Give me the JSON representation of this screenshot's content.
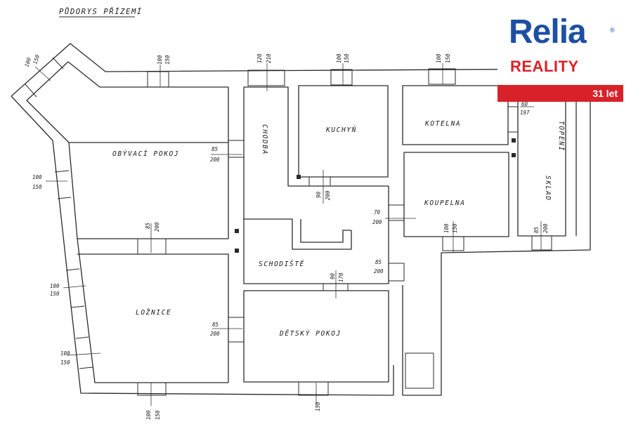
{
  "plan": {
    "title": "PŮDORYS PŘÍZEMÍ",
    "rooms": {
      "obyvaci": "OBÝVACÍ POKOJ",
      "chodba": "CHODBA",
      "kuchyn": "KUCHYŇ",
      "kotelna": "KOTELNA",
      "topeni": "TOPENÍ",
      "sklad": "SKLAD",
      "koupelna": "KOUPELNA",
      "schodiste": "SCHODIŠTĚ",
      "loznice": "LOŽNICE",
      "detsky": "DĚTSKÝ POKOJ"
    },
    "dims": {
      "d_corner_a": "100",
      "d_corner_b": "150",
      "d_top1_a": "100",
      "d_top1_b": "150",
      "d_top2_a": "120",
      "d_top2_b": "210",
      "d_top3_a": "100",
      "d_top3_b": "150",
      "d_top4_a": "100",
      "d_top4_b": "150",
      "d_left1_a": "100",
      "d_left1_b": "150",
      "d_obyv_door_a": "85",
      "d_obyv_door_b": "200",
      "d_obyv_bottom_a": "85",
      "d_obyv_bottom_b": "200",
      "d_kuch_door_a": "90",
      "d_kuch_door_b": "200",
      "d_koup_door_a": "70",
      "d_koup_door_b": "200",
      "d_koup_win_a": "100",
      "d_koup_win_b": "150",
      "d_kotel_a": "60",
      "d_kotel_b": "197",
      "d_sklad_a": "85",
      "d_sklad_b": "200",
      "d_schod_a": "85",
      "d_schod_b": "200",
      "d_det_door_a": "90",
      "d_det_door_b": "170",
      "d_left2_a": "100",
      "d_left2_b": "150",
      "d_left3_a": "100",
      "d_left3_b": "150",
      "d_lozn_door_a": "85",
      "d_lozn_door_b": "200",
      "d_bottom1_a": "100",
      "d_bottom1_b": "150",
      "d_bottom2": "150"
    }
  },
  "logo": {
    "brand": "Relia",
    "registered": "®",
    "subtitle": "REALITY",
    "years": "31 let",
    "colors": {
      "blue": "#1d4fa3",
      "red": "#d8222a"
    }
  }
}
